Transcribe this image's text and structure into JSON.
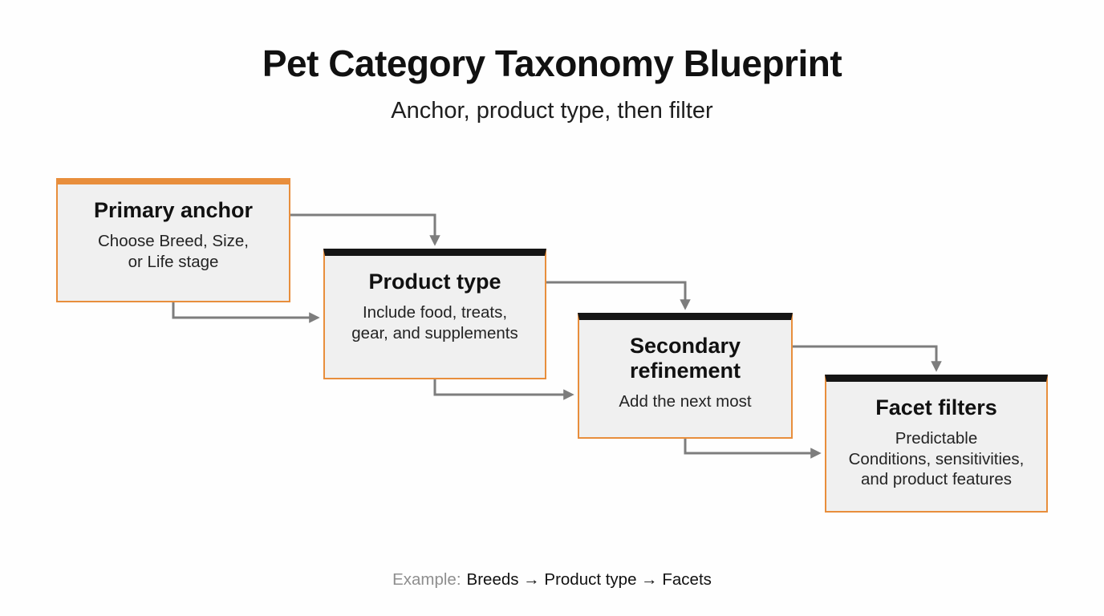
{
  "header": {
    "title": "Pet Category Taxonomy Blueprint",
    "subtitle": "Anchor, product type, then filter"
  },
  "boxes": [
    {
      "id": "primary-anchor",
      "title": "Primary anchor",
      "body": "Choose Breed, Size,\nor Life stage",
      "top_bar_color": "#e88e3c"
    },
    {
      "id": "product-type",
      "title": "Product type",
      "body": "Include food, treats,\ngear, and supplements",
      "top_bar_color": "#151515"
    },
    {
      "id": "secondary-refinement",
      "title": "Secondary refinement",
      "body": "Add the next most",
      "top_bar_color": "#151515"
    },
    {
      "id": "facet-filters",
      "title": "Facet filters",
      "body": "Predictable\nConditions, sensitivities,\nand product features",
      "top_bar_color": "#151515"
    }
  ],
  "connections": [
    {
      "from": "primary-anchor",
      "to": "product-type"
    },
    {
      "from": "product-type",
      "to": "secondary-refinement"
    },
    {
      "from": "secondary-refinement",
      "to": "facet-filters"
    }
  ],
  "footer": {
    "label": "Example:",
    "text": "Breeds → Product type → Facets"
  },
  "colors": {
    "accent_orange": "#e88e3c",
    "box_background": "#f0f0f0",
    "top_bar_black": "#151515",
    "arrow_gray": "#7d7d7d",
    "text_primary": "#111111",
    "footer_label_gray": "#8e8e8e"
  }
}
